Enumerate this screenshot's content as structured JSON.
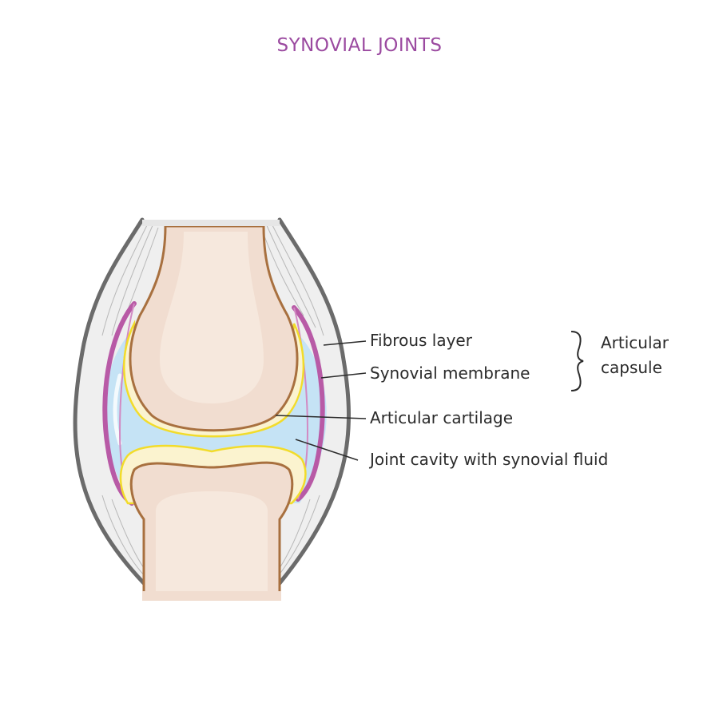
{
  "title": "SYNOVIAL JOINTS",
  "labels": {
    "fibrous_layer": "Fibrous layer",
    "synovial_membrane": "Synovial membrane",
    "articular_cartilage": "Articular cartilage",
    "joint_cavity": "Joint cavity with synovial fluid"
  },
  "capsule": {
    "line1": "Articular",
    "line2": "capsule"
  },
  "colors": {
    "title": "#9b4aa0",
    "bone_fill": "#f1ddd0",
    "bone_outline": "#a8703f",
    "cartilage_fill": "#fbf3cf",
    "cartilage_outline": "#f2dc2a",
    "synovial_fluid": "#c5e3f5",
    "synovial_membrane": "#b85aa6",
    "fibrous_layer": "#6b6b6b",
    "capsule_fill": "#efefef"
  }
}
